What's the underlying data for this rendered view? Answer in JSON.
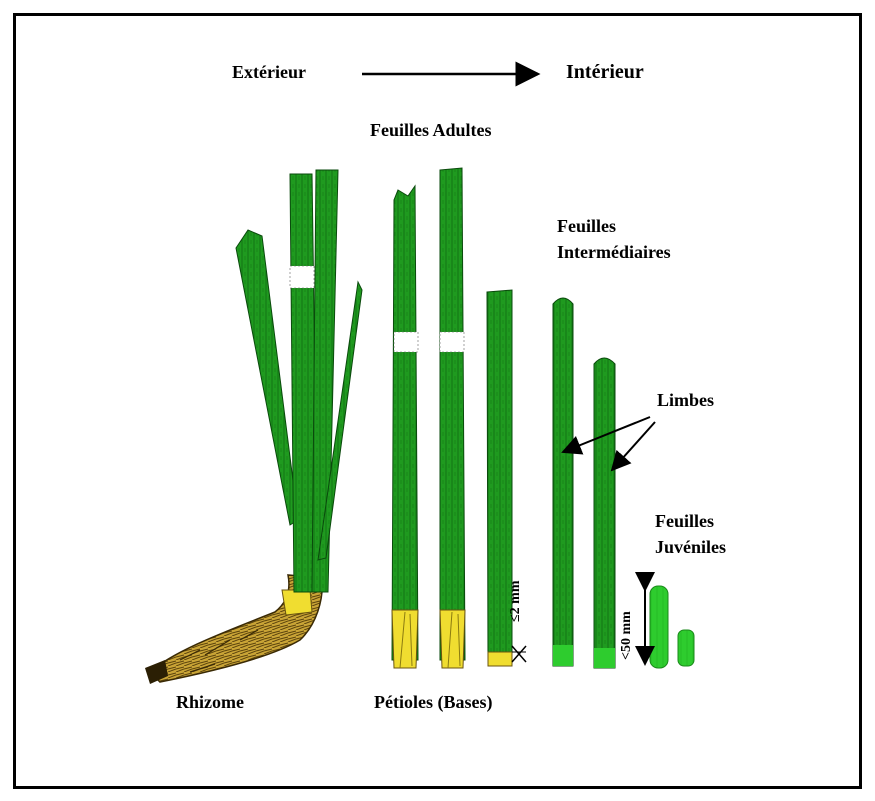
{
  "direction": {
    "from_label": "Extérieur",
    "to_label": "Intérieur"
  },
  "groups": {
    "adult_label": "Feuilles Adultes",
    "intermediate_label_line1": "Feuilles",
    "intermediate_label_line2": "Intermédiaires",
    "juvenile_label_line1": "Feuilles",
    "juvenile_label_line2": "Juvéniles"
  },
  "parts": {
    "blades_label": "Limbes",
    "rhizome_label": "Rhizome",
    "petioles_label": "Pétioles (Bases)"
  },
  "measurements": {
    "small_label": "≤2 mm",
    "large_label": "<50 mm"
  },
  "colors": {
    "leaf_green": "#1f9a1f",
    "leaf_dark": "#0f5f10",
    "juvenile_green": "#2ecc2e",
    "base_yellow": "#f0dd30",
    "rhizome_brown": "#8a6a18",
    "frame": "#000000"
  }
}
